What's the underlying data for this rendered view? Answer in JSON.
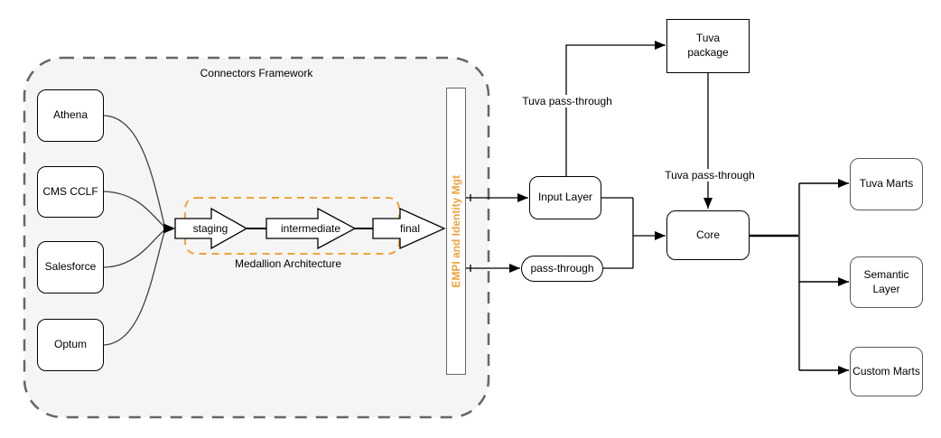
{
  "colors": {
    "orange_accent": "#F0A23C",
    "container_fill": "#F5F5F5",
    "dash_border_gray": "#666666",
    "line_black": "#000000"
  },
  "connectors_framework": {
    "title": "Connectors Framework"
  },
  "sources": [
    {
      "label": "Athena"
    },
    {
      "label": "CMS CCLF"
    },
    {
      "label": "Salesforce"
    },
    {
      "label": "Optum"
    }
  ],
  "medallion": {
    "label": "Medallion Architecture",
    "stages": [
      {
        "label": "staging"
      },
      {
        "label": "intermediate"
      },
      {
        "label": "final"
      }
    ]
  },
  "empi_bar": {
    "label": "EMPI and Identity Mgt"
  },
  "nodes": {
    "input_layer": {
      "label": "Input Layer"
    },
    "pass_through": {
      "label": "pass-through"
    },
    "tuva_package": {
      "label": "Tuva\npackage"
    },
    "core": {
      "label": "Core"
    },
    "tuva_marts": {
      "label": "Tuva Marts"
    },
    "semantic_layer": {
      "label": "Semantic\nLayer"
    },
    "custom_marts": {
      "label": "Custom Marts"
    }
  },
  "edge_labels": {
    "input_to_package": "Tuva pass-through",
    "package_to_core": "Tuva pass-through"
  }
}
